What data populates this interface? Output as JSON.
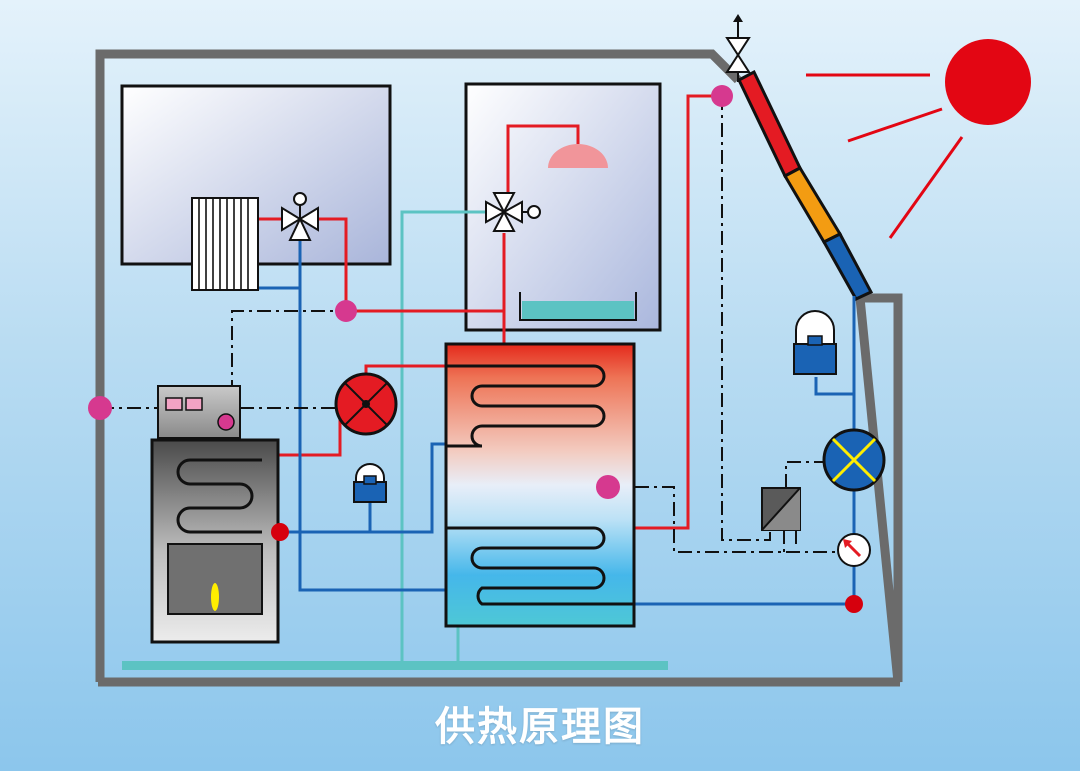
{
  "caption": "供热原理图",
  "colors": {
    "hot_pipe": "#e41b23",
    "cold_pipe": "#1a63b4",
    "grey_water_pipe": "#5cc3c3",
    "wall": "#6b6b6b",
    "sun": "#e30613",
    "sensor_dot": "#d6398f",
    "valve_dot": "#d6000d"
  },
  "icons": [
    "sun-icon",
    "solar-collector",
    "radiator-icon",
    "three-way-valve-icon",
    "shower-head-icon",
    "boiler-icon",
    "flame-icon",
    "storage-tank",
    "expansion-vessel-icon",
    "circulation-pump-icon",
    "solar-controller-icon",
    "pressure-gauge-icon",
    "air-vent-icon",
    "temperature-sensor-icon"
  ]
}
